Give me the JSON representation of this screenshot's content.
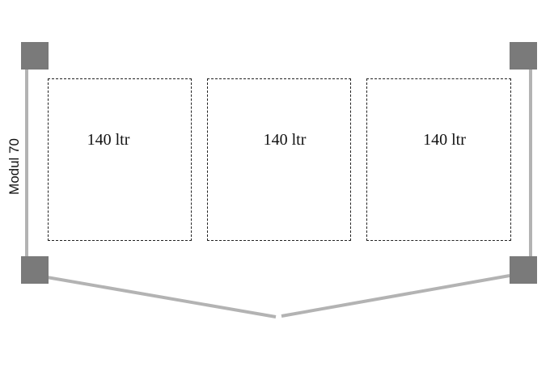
{
  "module": {
    "label": "Modul 70"
  },
  "bins": [
    {
      "label": "140 ltr"
    },
    {
      "label": "140 ltr"
    },
    {
      "label": "140 ltr"
    }
  ],
  "colors": {
    "post": "#7a7a7a",
    "rail": "#b3b3b3",
    "bin_border": "#222222"
  }
}
